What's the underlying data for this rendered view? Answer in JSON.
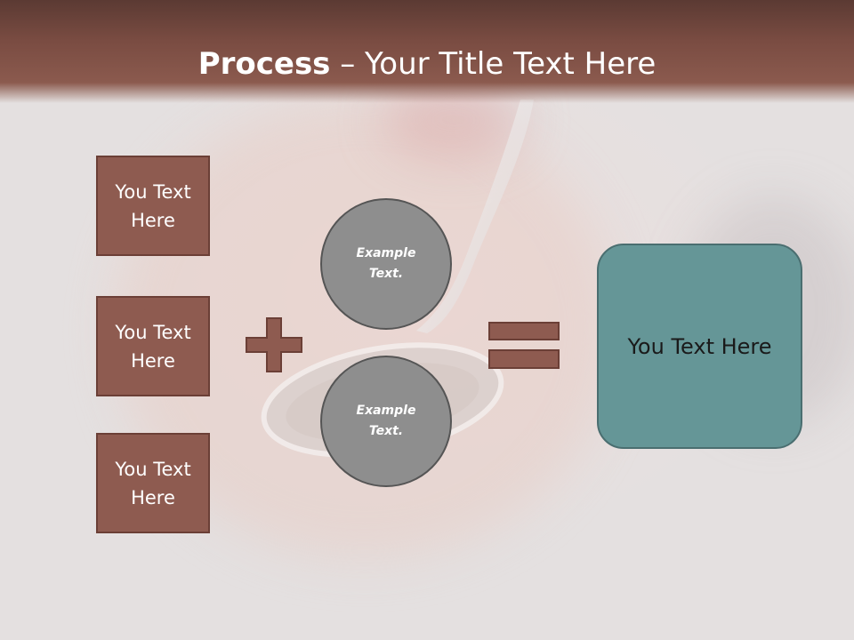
{
  "title": {
    "bold": "Process",
    "rest": " – Your Title Text Here"
  },
  "left_boxes": [
    {
      "line1": "You Text",
      "line2": "Here"
    },
    {
      "line1": "You Text",
      "line2": "Here"
    },
    {
      "line1": "You Text",
      "line2": "Here"
    }
  ],
  "circles": [
    {
      "text": "Example\nText."
    },
    {
      "text": "Example\nText."
    }
  ],
  "result": {
    "text": "You Text Here"
  },
  "colors": {
    "header": "#7a4c42",
    "box_fill": "#8e5b50",
    "circle_fill": "#8e8e8e",
    "result_fill": "#659697"
  },
  "icons": {
    "plus": "plus-icon",
    "equals": "equals-icon"
  }
}
